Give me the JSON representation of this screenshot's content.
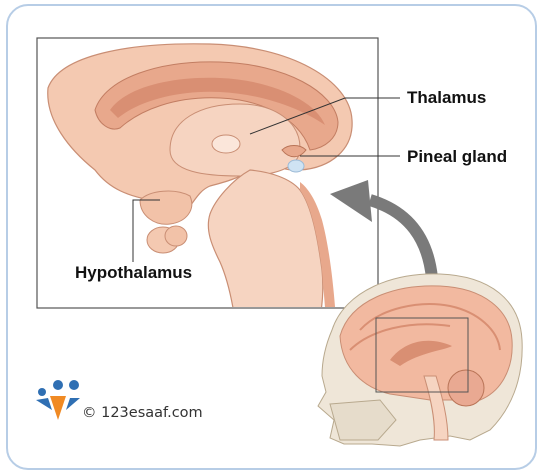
{
  "labels": {
    "thalamus": "Thalamus",
    "pineal_gland": "Pineal gland",
    "hypothalamus": "Hypothalamus"
  },
  "credit": {
    "text": "© 123esaaf.com"
  },
  "icons": {
    "logo": "people-logo-icon",
    "arrow": "curved-arrow-icon"
  },
  "colors": {
    "frame_border": "#b7cde6",
    "brain_tissue": "#f2c2a8",
    "brain_dark": "#d98f73",
    "arrow": "#7a7a7a",
    "logo_orange": "#f08a24",
    "logo_blue": "#2f6fb3"
  }
}
